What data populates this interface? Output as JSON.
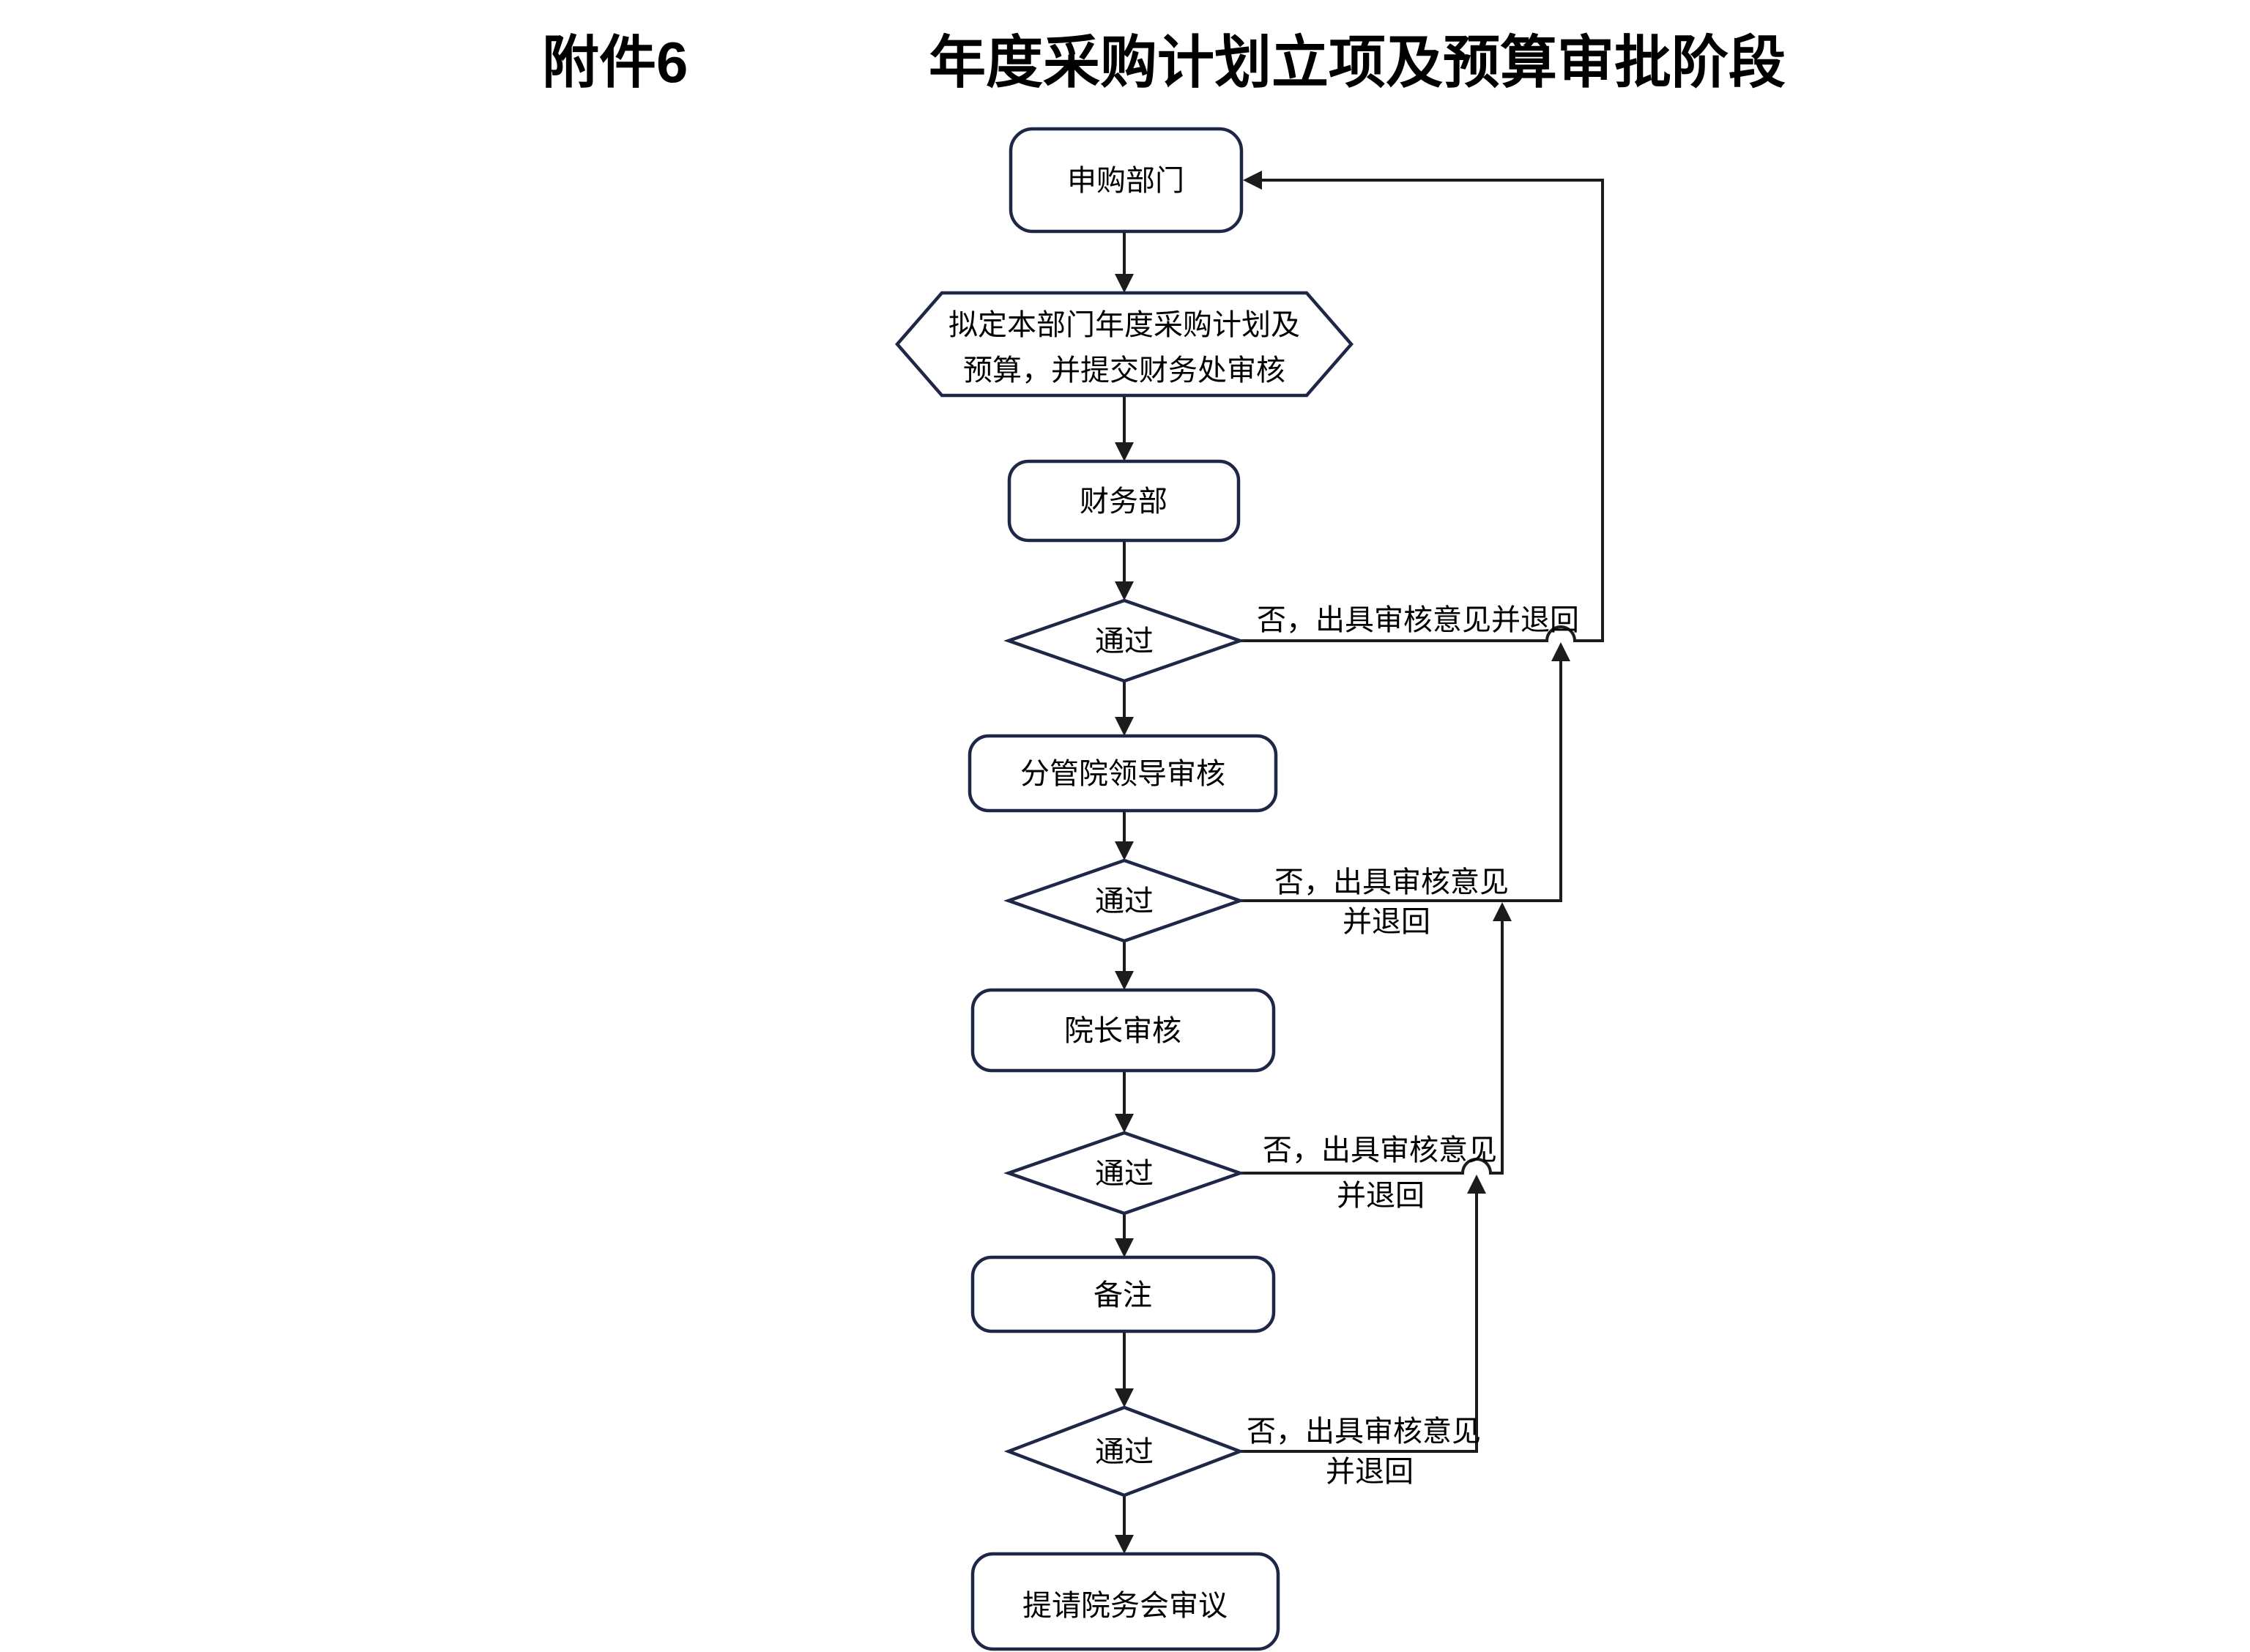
{
  "title": {
    "attachment": "附件6",
    "text": "年度采购计划立项及预算审批阶段"
  },
  "nodes": {
    "start": "申购部门",
    "plan": {
      "line1": "拟定本部门年度采购计划及",
      "line2": "预算，并提交财务处审核"
    },
    "finance": "财务部",
    "decision1": "通过",
    "vice_leader_review": "分管院领导审核",
    "decision2": "通过",
    "dean_review": "院长审核",
    "decision3": "通过",
    "remark": "备注",
    "decision4": "通过",
    "council": "提请院务会审议"
  },
  "edges": {
    "no1": {
      "text": "否，出具审核意见并退回"
    },
    "no2": {
      "line1": "否，出具审核意见",
      "line2": "并退回"
    },
    "no3": {
      "line1": "否，出具审核意见",
      "line2": "并退回"
    },
    "no4": {
      "line1": "否，出具审核意见",
      "line2": "并退回"
    }
  },
  "colors": {
    "border": "#1f2747",
    "line": "#1c1c1c",
    "text": "#000000",
    "bg": "#ffffff"
  }
}
